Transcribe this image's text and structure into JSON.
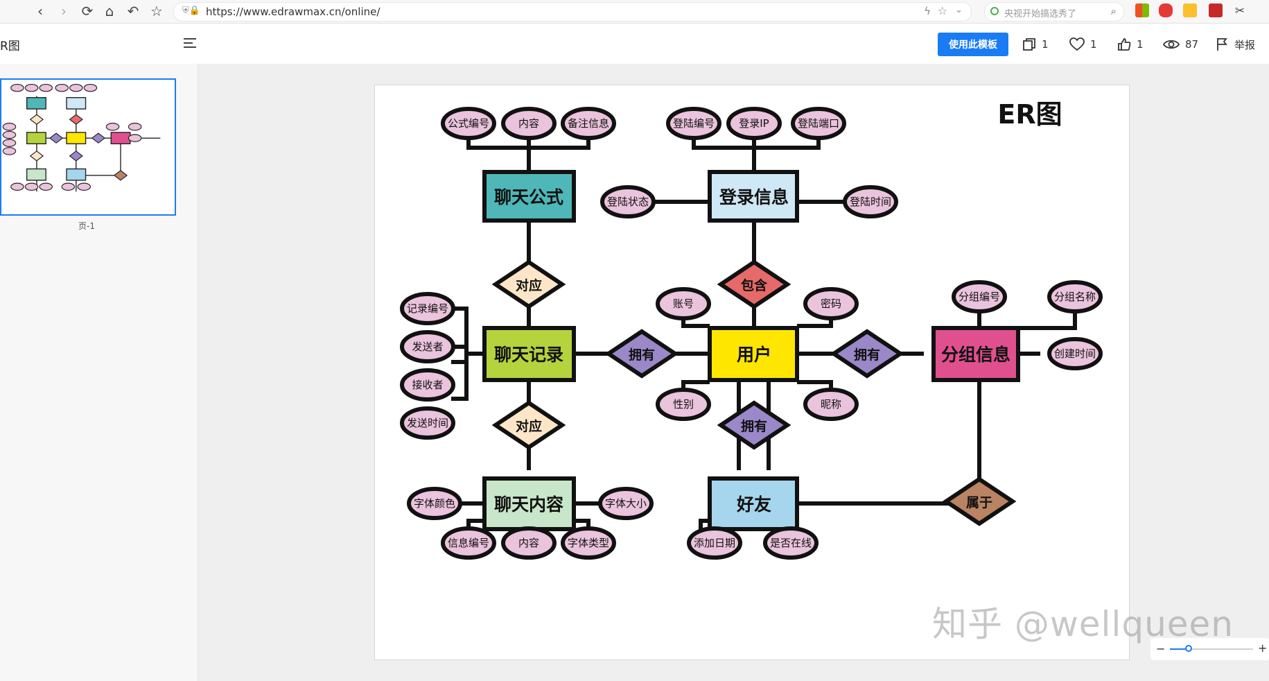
{
  "browser": {
    "url": "https://www.edrawmax.cn/online/",
    "search_text": "央视开始搞选秀了"
  },
  "header": {
    "doc_title": "R图",
    "use_template_label": "使用此模板",
    "stats": {
      "copies": "1",
      "likes": "1",
      "thumbs": "1",
      "views": "87",
      "report": "举报"
    }
  },
  "thumbnail": {
    "page_label": "页-1"
  },
  "diagram": {
    "title": "ER图",
    "entities": {
      "chat_formula": "聊天公式",
      "login_info": "登录信息",
      "chat_record": "聊天记录",
      "user": "用户",
      "group_info": "分组信息",
      "chat_content": "聊天内容",
      "friend": "好友"
    },
    "relationships": {
      "correspond_top": "对应",
      "contain": "包含",
      "have_left": "拥有",
      "have_right": "拥有",
      "have_bottom": "拥有",
      "correspond_bottom": "对应",
      "belong": "属于"
    },
    "attributes": {
      "formula_id": "公式编号",
      "formula_content": "内容",
      "formula_note": "备注信息",
      "login_id": "登陆编号",
      "login_ip": "登录IP",
      "login_port": "登陆端口",
      "login_state": "登陆状态",
      "login_time": "登陆时间",
      "record_id": "记录编号",
      "sender": "发送者",
      "receiver": "接收者",
      "send_time": "发送时间",
      "account": "账号",
      "password": "密码",
      "gender": "性别",
      "nickname": "昵称",
      "group_id": "分组编号",
      "group_name": "分组名称",
      "create_time": "创建时间",
      "font_color": "字体颜色",
      "font_size": "字体大小",
      "info_id": "信息编号",
      "content": "内容",
      "font_type": "字体类型",
      "add_date": "添加日期",
      "is_online": "是否在线"
    },
    "colors": {
      "chat_formula": "#4fb7b7",
      "login_info": "#cfe8f5",
      "chat_record": "#b5d33d",
      "user": "#ffe600",
      "group_info": "#e0508f",
      "chat_content": "#c8e6c9",
      "friend": "#a5d6ee",
      "attribute": "#eac3dc",
      "correspond": "#fde6c8",
      "contain": "#e66a6a",
      "have": "#9a88c8",
      "belong": "#b98364"
    }
  },
  "watermark": "知乎 @wellqueen"
}
